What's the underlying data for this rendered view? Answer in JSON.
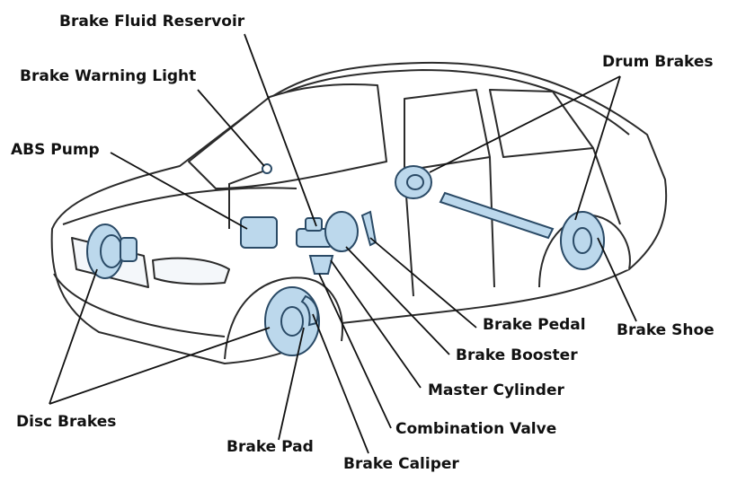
{
  "labels": {
    "brake_fluid_reservoir": "Brake Fluid Reservoir",
    "brake_warning_light": "Brake Warning Light",
    "abs_pump": "ABS Pump",
    "drum_brakes": "Drum Brakes",
    "brake_pedal": "Brake Pedal",
    "brake_booster": "Brake Booster",
    "brake_shoe": "Brake Shoe",
    "master_cylinder": "Master Cylinder",
    "combination_valve": "Combination Valve",
    "disc_brakes": "Disc Brakes",
    "brake_pad": "Brake Pad",
    "brake_caliper": "Brake Caliper"
  },
  "colors": {
    "component_fill": "#bcd8ec",
    "component_stroke": "#2a4a66",
    "car_line": "#2b2b2b",
    "car_fill": "#ffffff",
    "leader_line": "#111111"
  }
}
